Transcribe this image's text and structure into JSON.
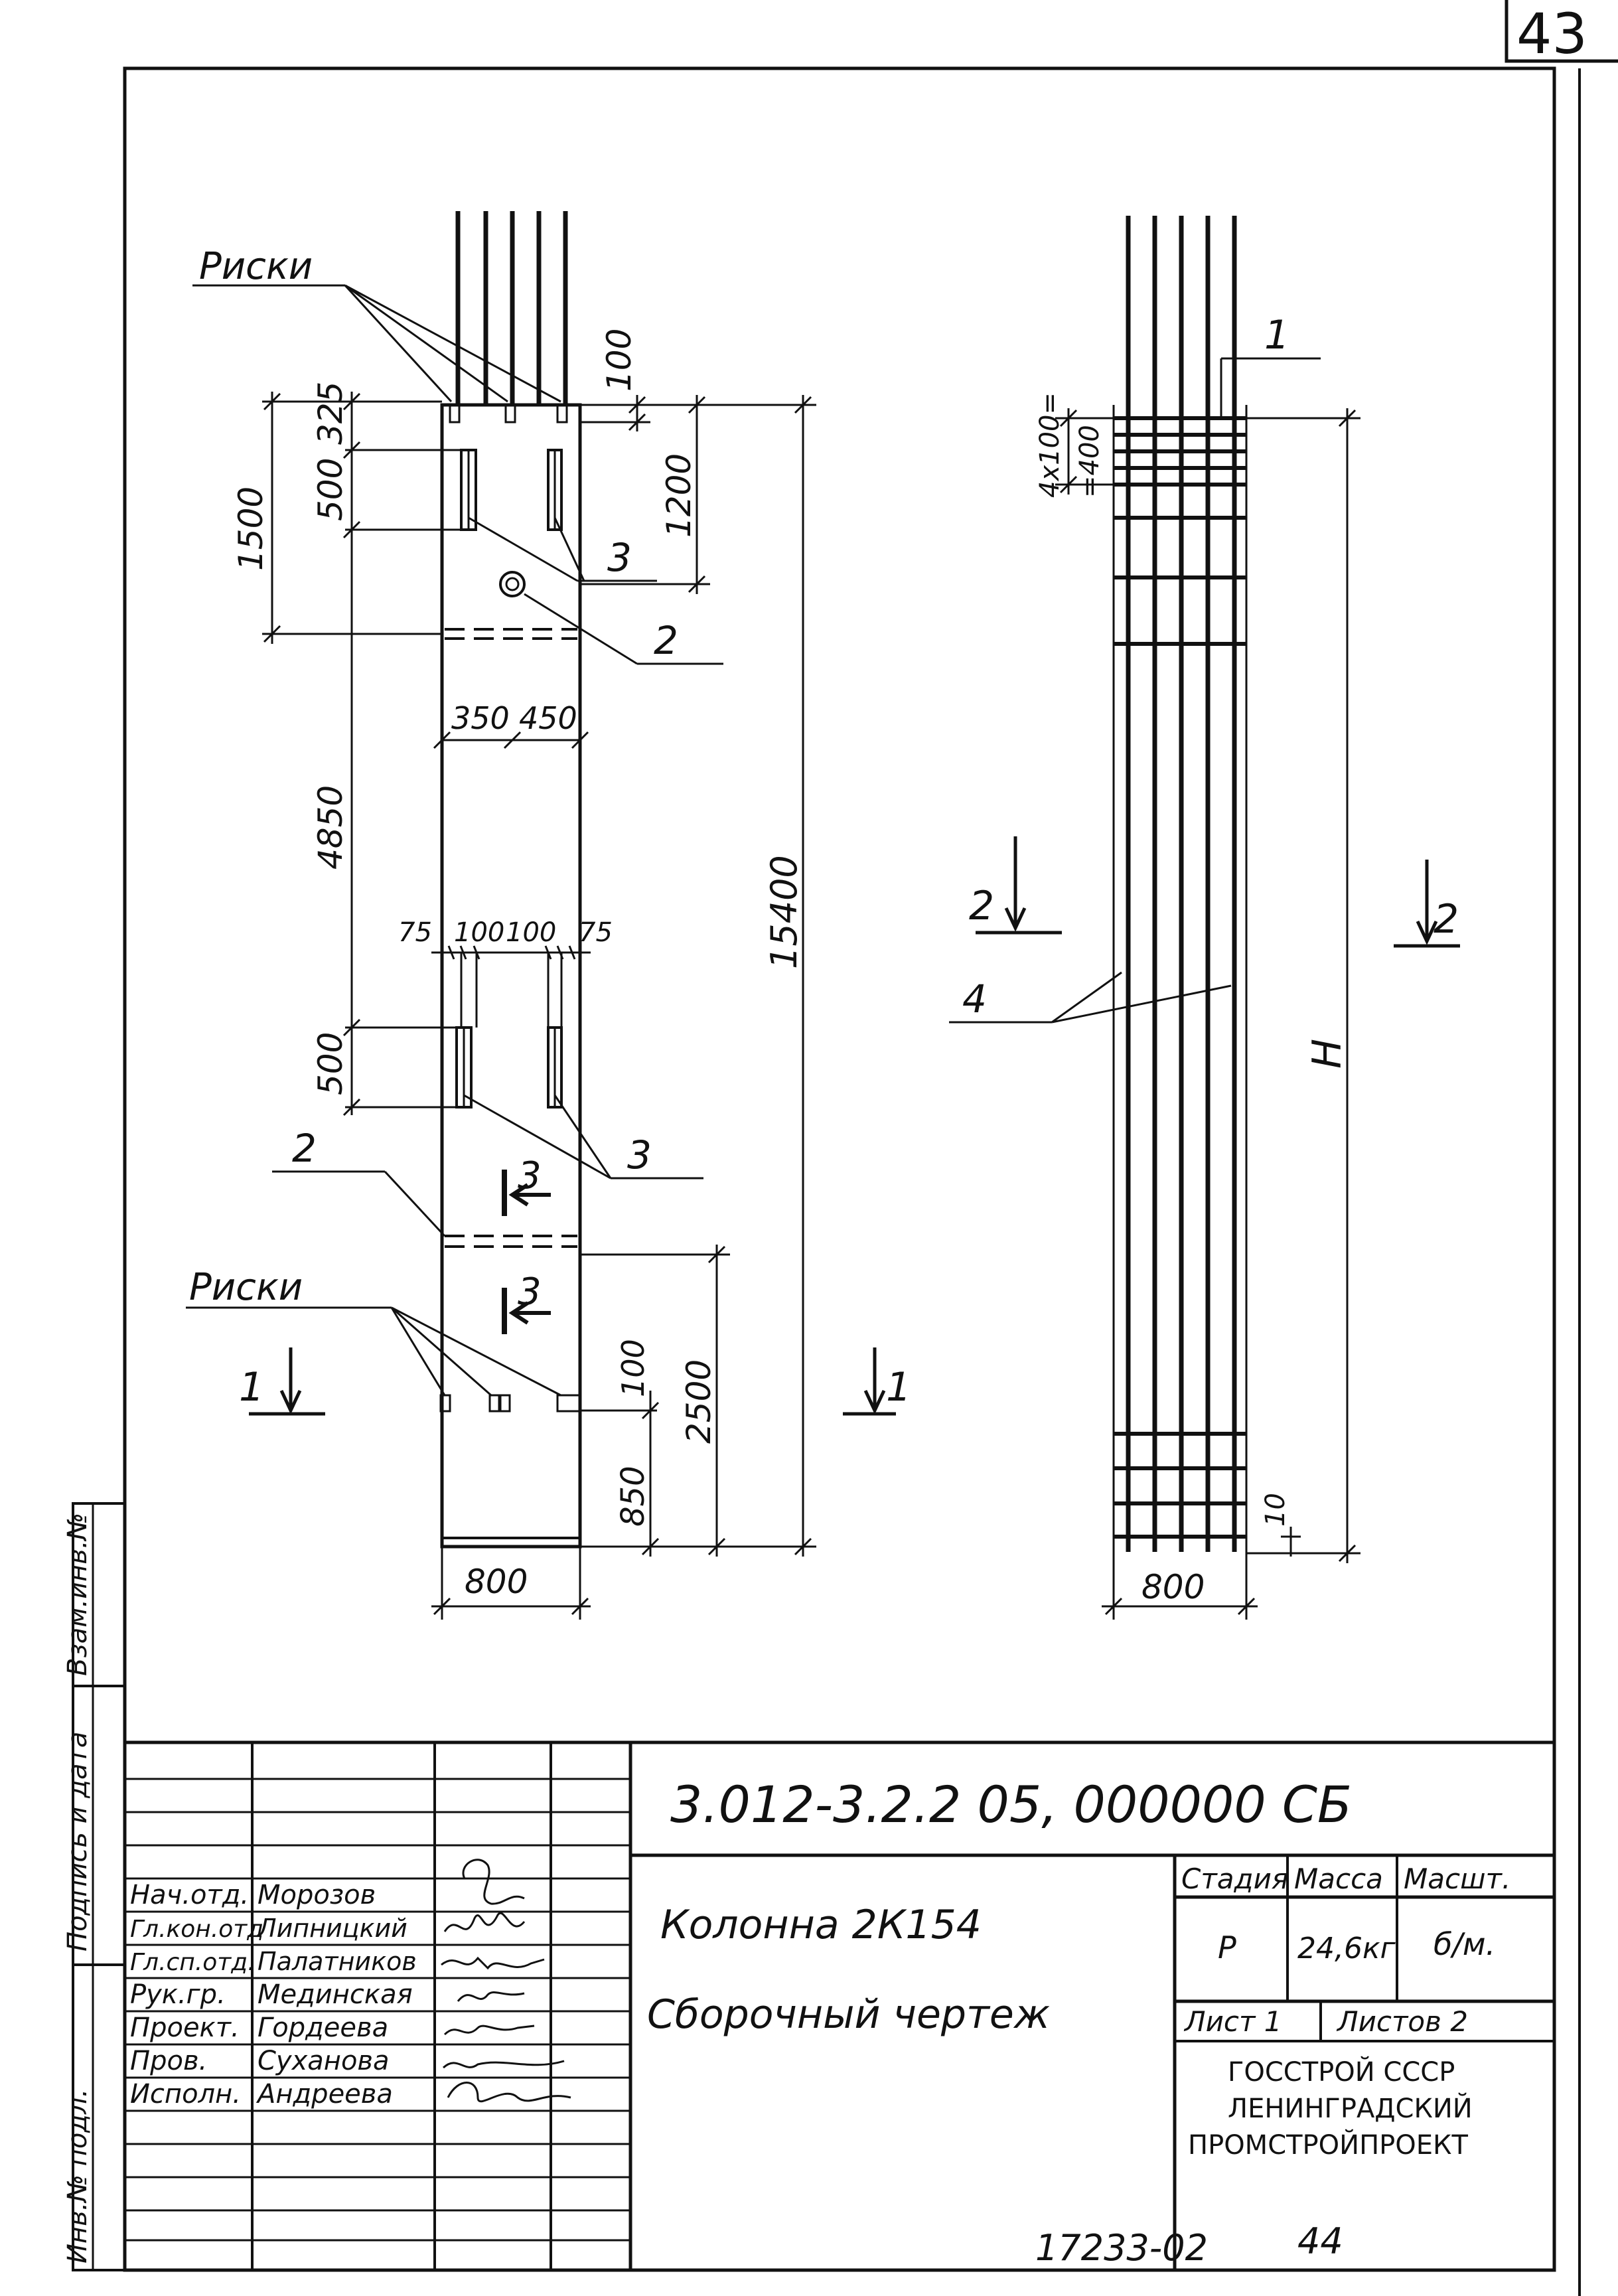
{
  "page_number": "43",
  "dims": {
    "d1500": "1500",
    "d500a": "500",
    "d325": "325",
    "d100top": "100",
    "d1200": "1200",
    "d350": "350",
    "d450": "450",
    "d4850": "4850",
    "d15400": "15400",
    "d75a": "75",
    "d100a": "100",
    "d100b": "100",
    "d75b": "75",
    "d500b": "500",
    "d100bot": "100",
    "d2500": "2500",
    "d850": "850",
    "d800a": "800",
    "d4x100": "4x100=",
    "d400": "=400",
    "d10": "10",
    "d800b": "800",
    "H": "H"
  },
  "labels": {
    "riski_top": "Риски",
    "riski_bottom": "Риски",
    "pos1": "1",
    "pos2a": "2",
    "pos2b": "2",
    "pos3a": "3",
    "pos3b": "3",
    "pos4": "4",
    "sec1_left": "1",
    "sec1_right": "1",
    "sec2_left": "2",
    "sec2_right": "2",
    "sec3_top": "3",
    "sec3_bottom": "3"
  },
  "side_stamp": {
    "inv_podl": "Инв.№ подл.",
    "podpis": "Подпись и дата",
    "vzam": "Взам.инв.№"
  },
  "title_block": {
    "designation": "3.012-3.2.2 05, 000000 СБ",
    "name_line1": "Колонна 2К154",
    "name_line2": "Сборочный чертеж",
    "stage_header": "Стадия",
    "mass_header": "Масса",
    "scale_header": "Масшт.",
    "stage": "Р",
    "mass": "24,6кг",
    "scale": "б/м.",
    "sheet": "Лист 1",
    "sheets": "Листов 2",
    "org_line1": "ГОССТРОЙ СССР",
    "org_line2": "ЛЕНИНГРАДСКИЙ",
    "org_line3": "ПРОМСТРОЙПРОЕКТ",
    "staff": [
      {
        "role": "Нач.отд.",
        "name": "Морозов"
      },
      {
        "role": "Гл.кон.отд",
        "name": "Липницкий"
      },
      {
        "role": "Гл.сп.отд.",
        "name": "Палатников"
      },
      {
        "role": "Рук.гр.",
        "name": "Мединская"
      },
      {
        "role": "Проект.",
        "name": "Гордеева"
      },
      {
        "role": "Пров.",
        "name": "Суханова"
      },
      {
        "role": "Исполн.",
        "name": "Андреева"
      }
    ]
  },
  "footer": {
    "code": "17233-02",
    "page": "44"
  }
}
